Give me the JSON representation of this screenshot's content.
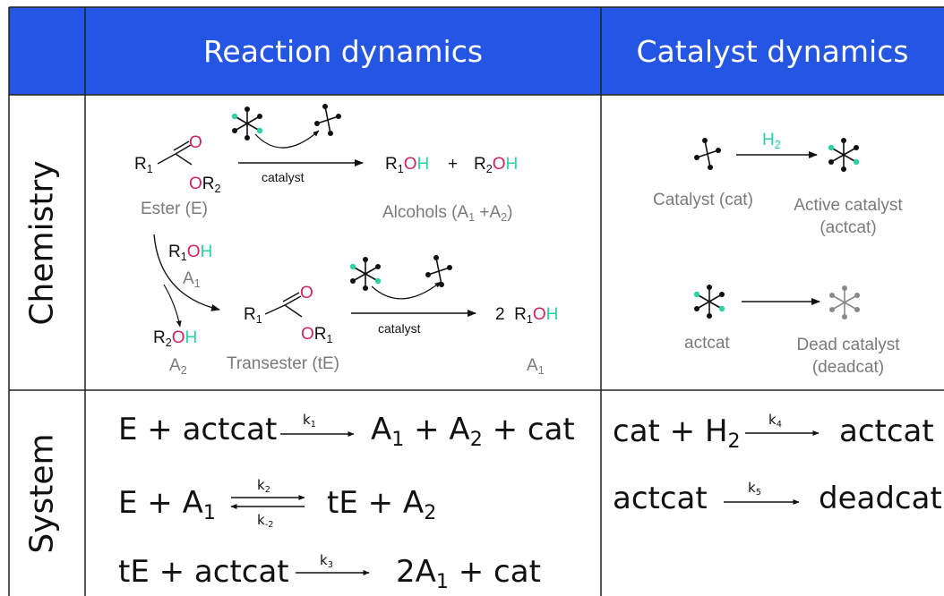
{
  "headers": {
    "reaction": "Reaction dynamics",
    "catalyst": "Catalyst dynamics"
  },
  "row_labels": {
    "chemistry": "Chemistry",
    "system": "System"
  },
  "colors": {
    "header_blue": "#2555e3",
    "oxygen_red": "#d0245a",
    "hydrogen_green": "#2bd3a2",
    "label_gray": "#7a7a7a"
  },
  "icons": {
    "active_catalyst": "asterisk-molecule-icon",
    "catalyst": "stick-molecule-icon",
    "dead_catalyst": "gray-asterisk-molecule-icon"
  },
  "chemistry": {
    "catalyst_word": "catalyst",
    "ester_label": "Ester (E)",
    "alcohols_label_pre": "Alcohols (A",
    "alcohols_sub1": "1",
    "alcohols_mid": " +A",
    "alcohols_sub2": "2",
    "alcohols_post": ")",
    "transester_label": "Transester (tE)",
    "a1_label": "A",
    "a1_sub": "1",
    "a2_label": "A",
    "a2_sub": "2",
    "two_coef": "2",
    "plus": "+",
    "R": "R",
    "O": "O",
    "H": "H",
    "sub1": "1",
    "sub2": "2",
    "catalyst_cat_label": "Catalyst (cat)",
    "active_catalyst_label_1": "Active catalyst",
    "active_catalyst_label_2": "(actcat)",
    "actcat_label": "actcat",
    "dead_catalyst_label_1": "Dead catalyst",
    "dead_catalyst_label_2": "(deadcat)",
    "h2_H": "H",
    "h2_sub": "2"
  },
  "system": {
    "eq1_lhs": "E + actcat",
    "eq1_k": "k",
    "eq1_ksub": "1",
    "eq1_rhs_A": "A",
    "eq1_rhs_sub1": "1",
    "eq1_rhs_mid": " + A",
    "eq1_rhs_sub2": "2",
    "eq1_rhs_end": " + cat",
    "eq2_lhs": "E + A",
    "eq2_lhs_sub": "1",
    "eq2_kf": "k",
    "eq2_kf_sub": "2",
    "eq2_kr": "k",
    "eq2_kr_sub": "-2",
    "eq2_rhs": "tE + A",
    "eq2_rhs_sub": "2",
    "eq3_lhs": "tE + actcat",
    "eq3_k": "k",
    "eq3_ksub": "3",
    "eq3_rhs_pre": "2A",
    "eq3_rhs_sub": "1",
    "eq3_rhs_end": " + cat",
    "eq4_lhs": "cat + H",
    "eq4_lhs_sub": "2",
    "eq4_k": "k",
    "eq4_ksub": "4",
    "eq4_rhs": "actcat",
    "eq5_lhs": "actcat",
    "eq5_k": "k",
    "eq5_ksub": "5",
    "eq5_rhs": "deadcat"
  }
}
